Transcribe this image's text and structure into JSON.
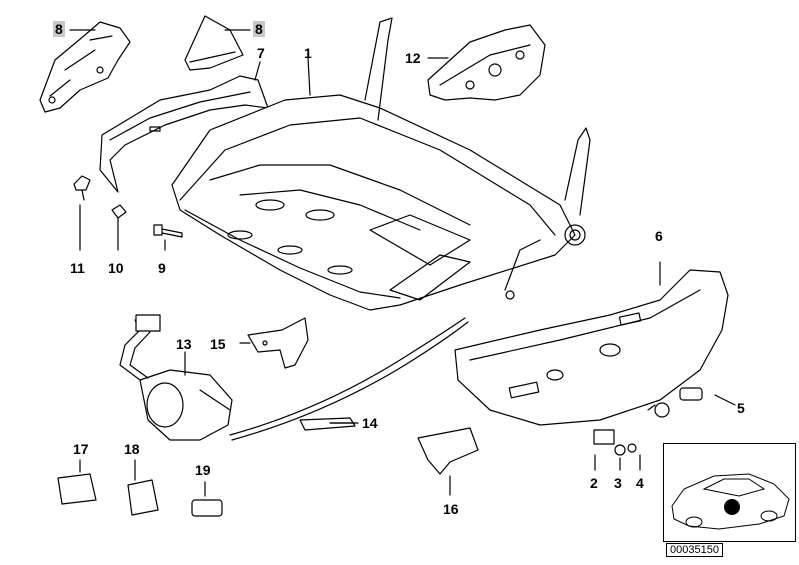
{
  "labels": [
    {
      "id": "8a",
      "text": "8"
    },
    {
      "id": "8b",
      "text": "8"
    },
    {
      "id": "7",
      "text": "7"
    },
    {
      "id": "1",
      "text": "1"
    },
    {
      "id": "12",
      "text": "12"
    },
    {
      "id": "11",
      "text": "11"
    },
    {
      "id": "10",
      "text": "10"
    },
    {
      "id": "9",
      "text": "9"
    },
    {
      "id": "6",
      "text": "6"
    },
    {
      "id": "13",
      "text": "13"
    },
    {
      "id": "15",
      "text": "15"
    },
    {
      "id": "14",
      "text": "14"
    },
    {
      "id": "5",
      "text": "5"
    },
    {
      "id": "17",
      "text": "17"
    },
    {
      "id": "18",
      "text": "18"
    },
    {
      "id": "19",
      "text": "19"
    },
    {
      "id": "16",
      "text": "16"
    },
    {
      "id": "2",
      "text": "2"
    },
    {
      "id": "3",
      "text": "3"
    },
    {
      "id": "4",
      "text": "4"
    }
  ],
  "reference_number": "00035150",
  "colors": {
    "line": "#000000",
    "label_highlight": "#c8c8c8",
    "background": "#ffffff"
  }
}
